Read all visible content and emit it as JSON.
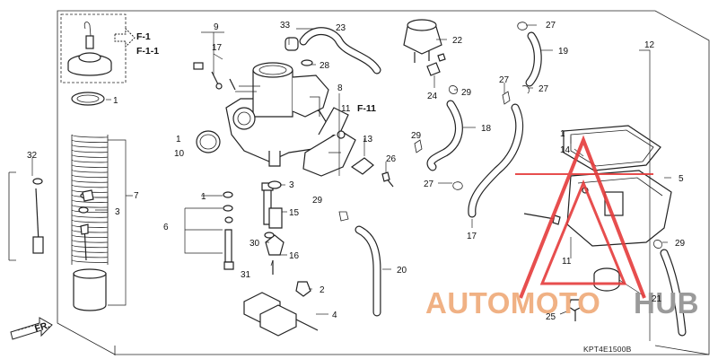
{
  "diagram_code": "KPT4E1500B",
  "watermark": {
    "part1": "AUTOMOTO",
    "part2": "HUB",
    "color1": "#f0b184",
    "color2": "#9a9a9a",
    "triangle_color": "#e53b3b"
  },
  "refs": {
    "f1": "F-1",
    "f11a": "F-1-1",
    "f11b": "F-11"
  },
  "front_label": "FR.",
  "callouts": {
    "n1_tl": "1",
    "n32": "32",
    "n3_l": "3",
    "n7": "7",
    "n9": "9",
    "n17_a": "17",
    "n33": "33",
    "n28": "28",
    "n23": "23",
    "n1_c": "1",
    "n10": "10",
    "n8": "8",
    "n11_a": "11",
    "n13": "13",
    "n26": "26",
    "n3_c": "3",
    "n1_s": "1",
    "n6": "6",
    "n15": "15",
    "n30": "30",
    "n16": "16",
    "n31": "31",
    "n29_c": "29",
    "n2": "2",
    "n4": "4",
    "n20": "20",
    "n22": "22",
    "n24": "24",
    "n29_r": "29",
    "n27_a": "27",
    "n19": "19",
    "n27_b": "27",
    "n27_c": "27",
    "n18": "18",
    "n29_m": "29",
    "n27_d": "27",
    "n17_b": "17",
    "n12": "12",
    "n1_r": "1",
    "n14": "14",
    "n5": "5",
    "n29_b": "29",
    "n11_b": "11",
    "n21": "21",
    "n25": "25"
  }
}
